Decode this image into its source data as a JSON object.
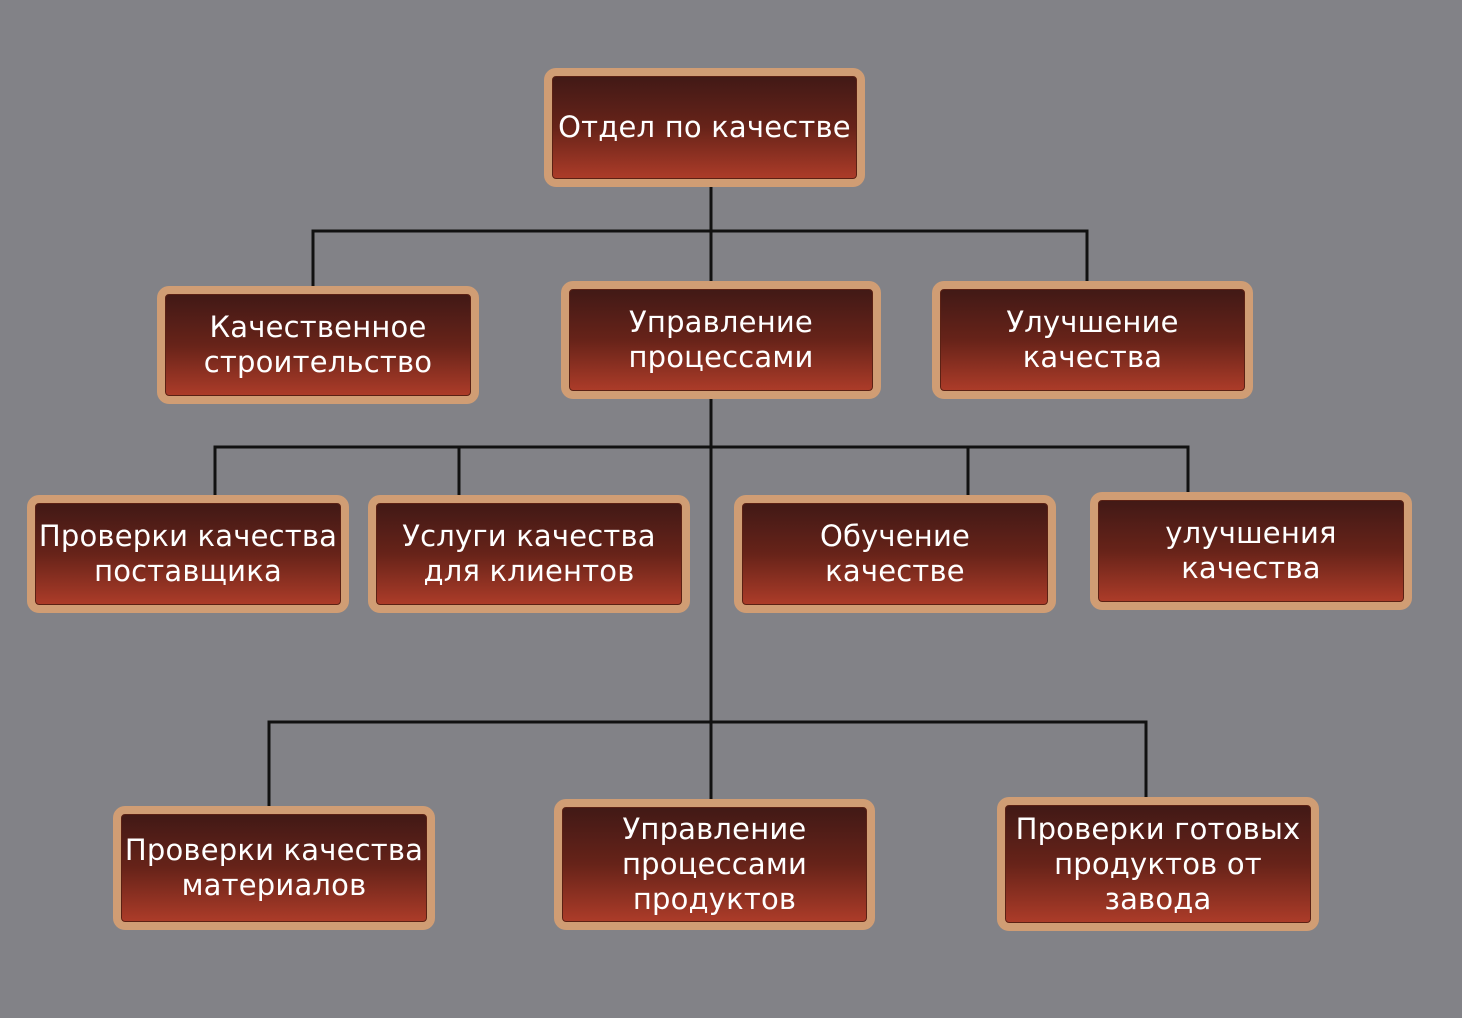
{
  "diagram": {
    "type": "org-chart",
    "colors": {
      "background": "#828287",
      "box_border": "#d09d74",
      "box_fill_top": "#411916",
      "box_fill_bottom": "#ad3c29",
      "connector": "#111111",
      "text": "#ffffff"
    },
    "root": {
      "label": "Отдел по качестве"
    },
    "level1": [
      {
        "label": "Качественное\nстроительство"
      },
      {
        "label": "Управление\nпроцессами"
      },
      {
        "label": "Улучшение\nкачества"
      }
    ],
    "level2": [
      {
        "label": "Проверки качества\nпоставщика"
      },
      {
        "label": "Услуги качества\nдля клиентов"
      },
      {
        "label": "Обучение\nкачестве"
      },
      {
        "label": "улучшения\nкачества"
      }
    ],
    "level3": [
      {
        "label": "Проверки качества\nматериалов"
      },
      {
        "label": "Управление\nпроцессами\nпродуктов"
      },
      {
        "label": "Проверки готовых\nпродуктов от завода"
      }
    ]
  }
}
